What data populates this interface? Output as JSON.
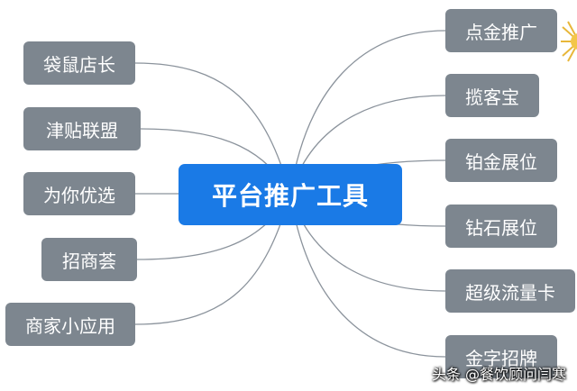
{
  "center": {
    "label": "平台推广工具"
  },
  "left_nodes": [
    {
      "label": "袋鼠店长"
    },
    {
      "label": "津贴联盟"
    },
    {
      "label": "为你优选"
    },
    {
      "label": "招商荟"
    },
    {
      "label": "商家小应用"
    }
  ],
  "right_nodes": [
    {
      "label": "点金推广"
    },
    {
      "label": "揽客宝"
    },
    {
      "label": "铂金展位"
    },
    {
      "label": "钻石展位"
    },
    {
      "label": "超级流量卡"
    },
    {
      "label": "金字招牌"
    }
  ],
  "colors": {
    "center": "#1a7ae6",
    "node": "#7d868f",
    "connector": "#8b939c"
  },
  "decoration": {
    "icon": "sun-burst-icon"
  },
  "watermark": {
    "text": "头条 @餐饮顾问闫寒"
  }
}
